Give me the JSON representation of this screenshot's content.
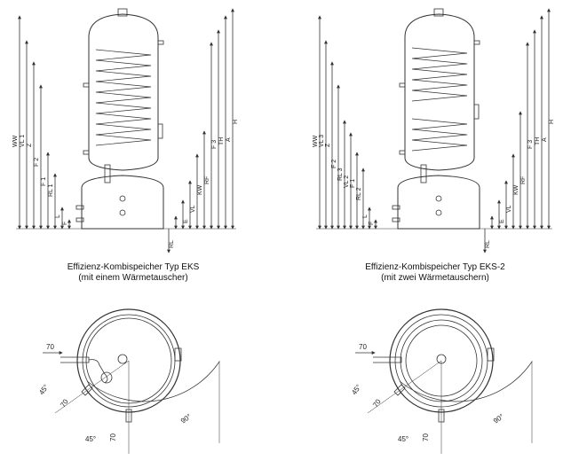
{
  "left": {
    "caption_title": "Effizienz-Kombispeicher Typ EKS",
    "caption_sub": "(mit einem Wärmetauscher)",
    "dims_left": [
      "WW",
      "VL 1",
      "Z",
      "F 2",
      "F 1",
      "RL 1",
      "L",
      "F"
    ],
    "dims_right": [
      "H",
      "A",
      "TH",
      "F 3",
      "RF",
      "KW",
      "VL",
      "E"
    ],
    "bottom_label": "RL",
    "plan_labels": [
      "70",
      "45°",
      "70",
      "45°",
      "70",
      "90°"
    ]
  },
  "right": {
    "caption_title": "Effizienz-Kombispeicher Typ EKS-2",
    "caption_sub": "(mit zwei Wärmetauschern)",
    "dims_left": [
      "WW",
      "VL 3",
      "Z",
      "F 2",
      "RL 3",
      "VL 2",
      "F 1",
      "RL 2",
      "L",
      "F"
    ],
    "dims_right": [
      "H",
      "A",
      "TH",
      "F 3",
      "RF",
      "KW",
      "VL",
      "E"
    ],
    "bottom_label": "RL",
    "plan_labels": [
      "70",
      "45°",
      "70",
      "45°",
      "70",
      "90°"
    ]
  }
}
